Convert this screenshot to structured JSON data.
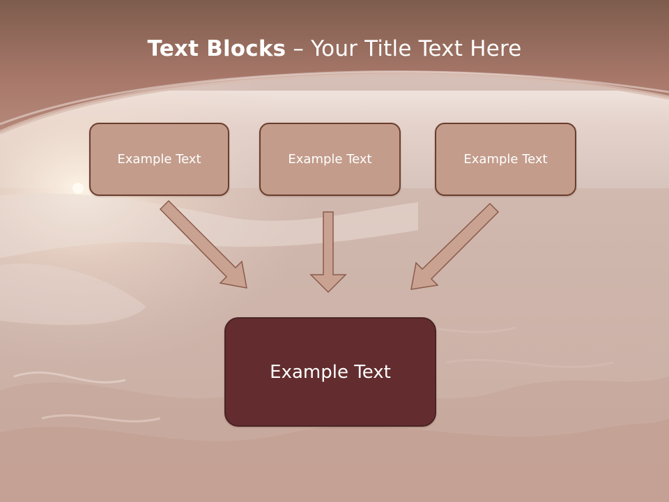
{
  "slide": {
    "title_bold": "Text Blocks",
    "title_dash": " – ",
    "title_rest": "Your Title Text Here",
    "top_boxes": [
      "Example Text",
      "Example Text",
      "Example Text"
    ],
    "bottom_box": "Example Text"
  },
  "colors": {
    "header_band": "#a8786a",
    "box_fill": "#c39c8b",
    "box_border": "#6b3d2e",
    "main_box_fill": "#632d2f",
    "arrow_fill": "#c9a292"
  }
}
